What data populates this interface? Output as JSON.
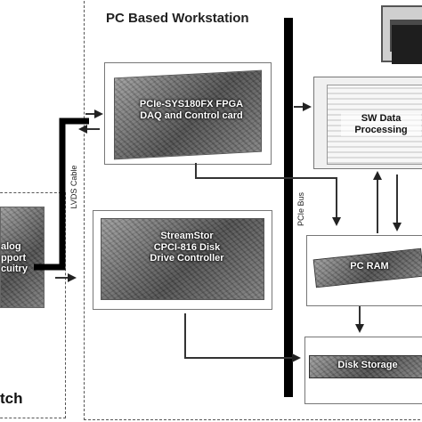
{
  "workstation": {
    "title": "PC Based Workstation"
  },
  "daq_card": {
    "line1": "PCIe-SYS180FX FPGA",
    "line2": "DAQ and Control card"
  },
  "disk_controller": {
    "line1": "StreamStor",
    "line2": "CPCI-816 Disk",
    "line3": "Drive Controller"
  },
  "pc_ram": {
    "label": "PC RAM"
  },
  "disk_storage": {
    "label": "Disk Storage"
  },
  "sw_processing": {
    "line1": "SW Data",
    "line2": "Processing"
  },
  "left_board": {
    "line1": "alog",
    "line2": "pport",
    "line3": "cuitry"
  },
  "bottom_left_title": "tch",
  "bus_label": "PCIe Bus",
  "cable_label": "LVDS Cable"
}
